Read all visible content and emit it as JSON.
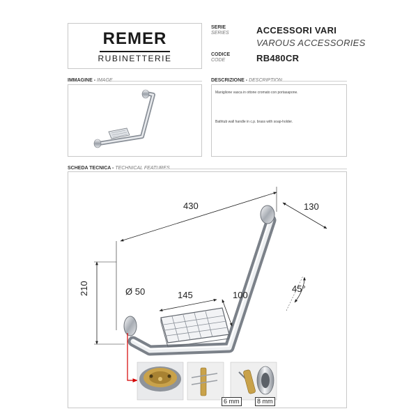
{
  "logo": {
    "brand": "REMER",
    "sub": "RUBINETTERIE"
  },
  "header": {
    "serie_label": "SERIE",
    "serie_label_en": "SERIES",
    "serie_value": "ACCESSORI VARI",
    "serie_value_en": "VAROUS ACCESSORIES",
    "codice_label": "CODICE",
    "codice_label_en": "CODE",
    "codice_value": "RB480CR"
  },
  "image_section": {
    "title": "IMMAGINE -",
    "title_en": "IMAGE"
  },
  "description_section": {
    "title": "DESCRIZIONE -",
    "title_en": "DESCRIPTION",
    "text_it": "Maniglione vasca in ottone cromato con portasapone.",
    "text_en": "Bathtub wall handle in c.p. brass with soap-holder."
  },
  "technical_section": {
    "title": "SCHEDA TECNICA -",
    "title_en": "TECHNICAL FEATURES",
    "dimensions": {
      "length": "430",
      "depth": "130",
      "height": "210",
      "diameter": "Ø 50",
      "basket_length": "145",
      "basket_width": "100",
      "angle": "45°"
    },
    "detail_captions": [
      "6 mm",
      "8 mm"
    ]
  },
  "colors": {
    "chrome": "#c9ccd1",
    "brass": "#c9a24a",
    "red_arrow": "#d40000"
  }
}
